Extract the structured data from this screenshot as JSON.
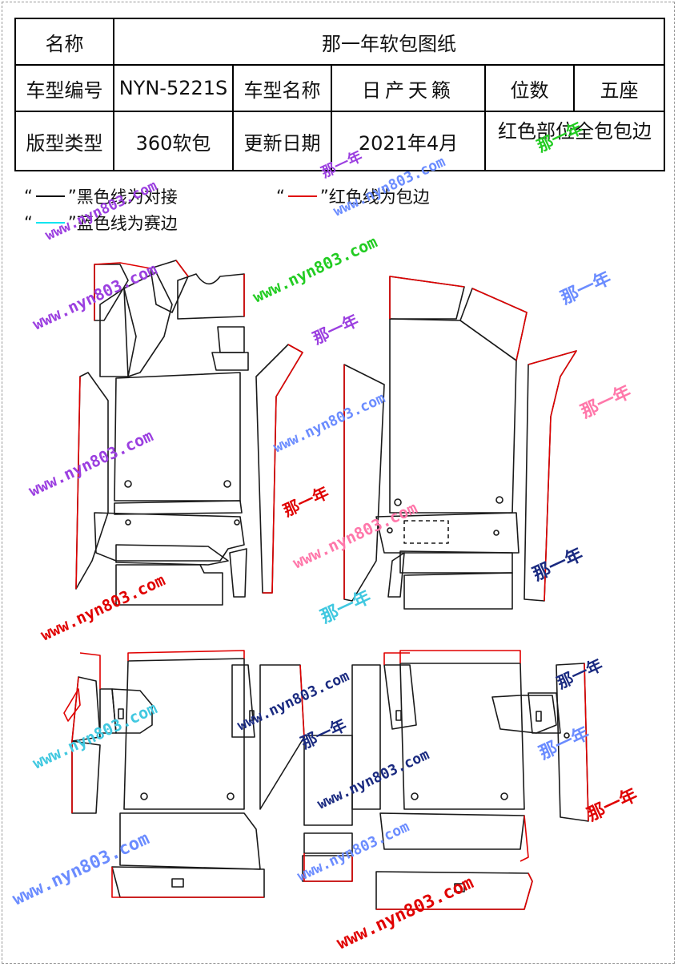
{
  "table": {
    "row1": {
      "name_label": "名称",
      "name_value": "那一年软包图纸"
    },
    "row2": {
      "model_no_label": "车型编号",
      "model_no_value": "NYN-5221S",
      "model_name_label": "车型名称",
      "model_name_value": "日产天籁",
      "seats_label": "位数",
      "seats_value": "五座"
    },
    "row3": {
      "type_label": "版型类型",
      "type_value": "360软包",
      "update_label": "更新日期",
      "update_value": "2021年4月",
      "note": "红色部位全包包边"
    }
  },
  "legend": {
    "black": {
      "quote_open": "“",
      "quote_close": "”",
      "text": "黑色线为对接",
      "color": "#000000"
    },
    "red": {
      "quote_open": "“",
      "quote_close": "”",
      "text": "红色线为包边",
      "color": "#e00000"
    },
    "cyan": {
      "quote_open": "“",
      "quote_close": "”",
      "text": "蓝色线为赛边",
      "color": "#00e5f0"
    }
  },
  "watermarks": {
    "url_text": "www.nyn803.com",
    "brand_text": "那一年",
    "colors": {
      "purple": "#9b3fe0",
      "green": "#22cc22",
      "blue": "#6b8cff",
      "pink": "#ff77aa",
      "red": "#e00000",
      "navy": "#1a2a80",
      "teal": "#40c8e0"
    }
  },
  "pattern_colors": {
    "outline": "#1a1a1a",
    "edge": "#e00000"
  }
}
